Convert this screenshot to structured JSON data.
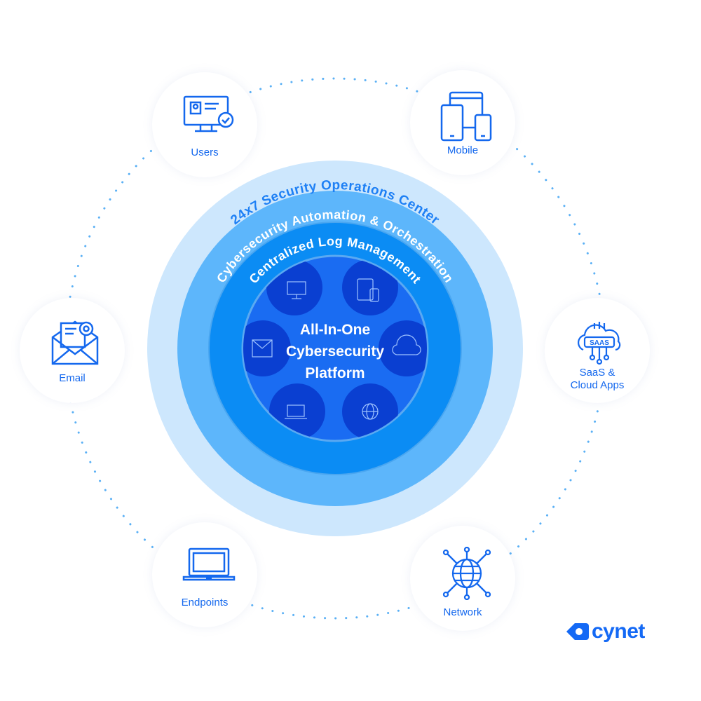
{
  "center": {
    "line1": "All-In-One",
    "line2": "Cybersecurity",
    "line3": "Platform"
  },
  "rings": {
    "outer": "24x7 Security Operations Center",
    "middle": "Cybersecurity Automation & Orchestration",
    "inner": "Centralized Log Management"
  },
  "satellites": {
    "users": "Users",
    "mobile": "Mobile",
    "saas": "SaaS &",
    "saas2": "Cloud Apps",
    "network": "Network",
    "endpoints": "Endpoints",
    "email": "Email"
  },
  "saas_badge": "SAAS",
  "brand": "cynet",
  "colors": {
    "ring_outer": "#cde7fd",
    "ring_middle": "#5db6fb",
    "ring_inner": "#0b8cf4",
    "core": "#1a6cf2",
    "bubble": "#0a3fd1",
    "accent": "#1468ee"
  }
}
